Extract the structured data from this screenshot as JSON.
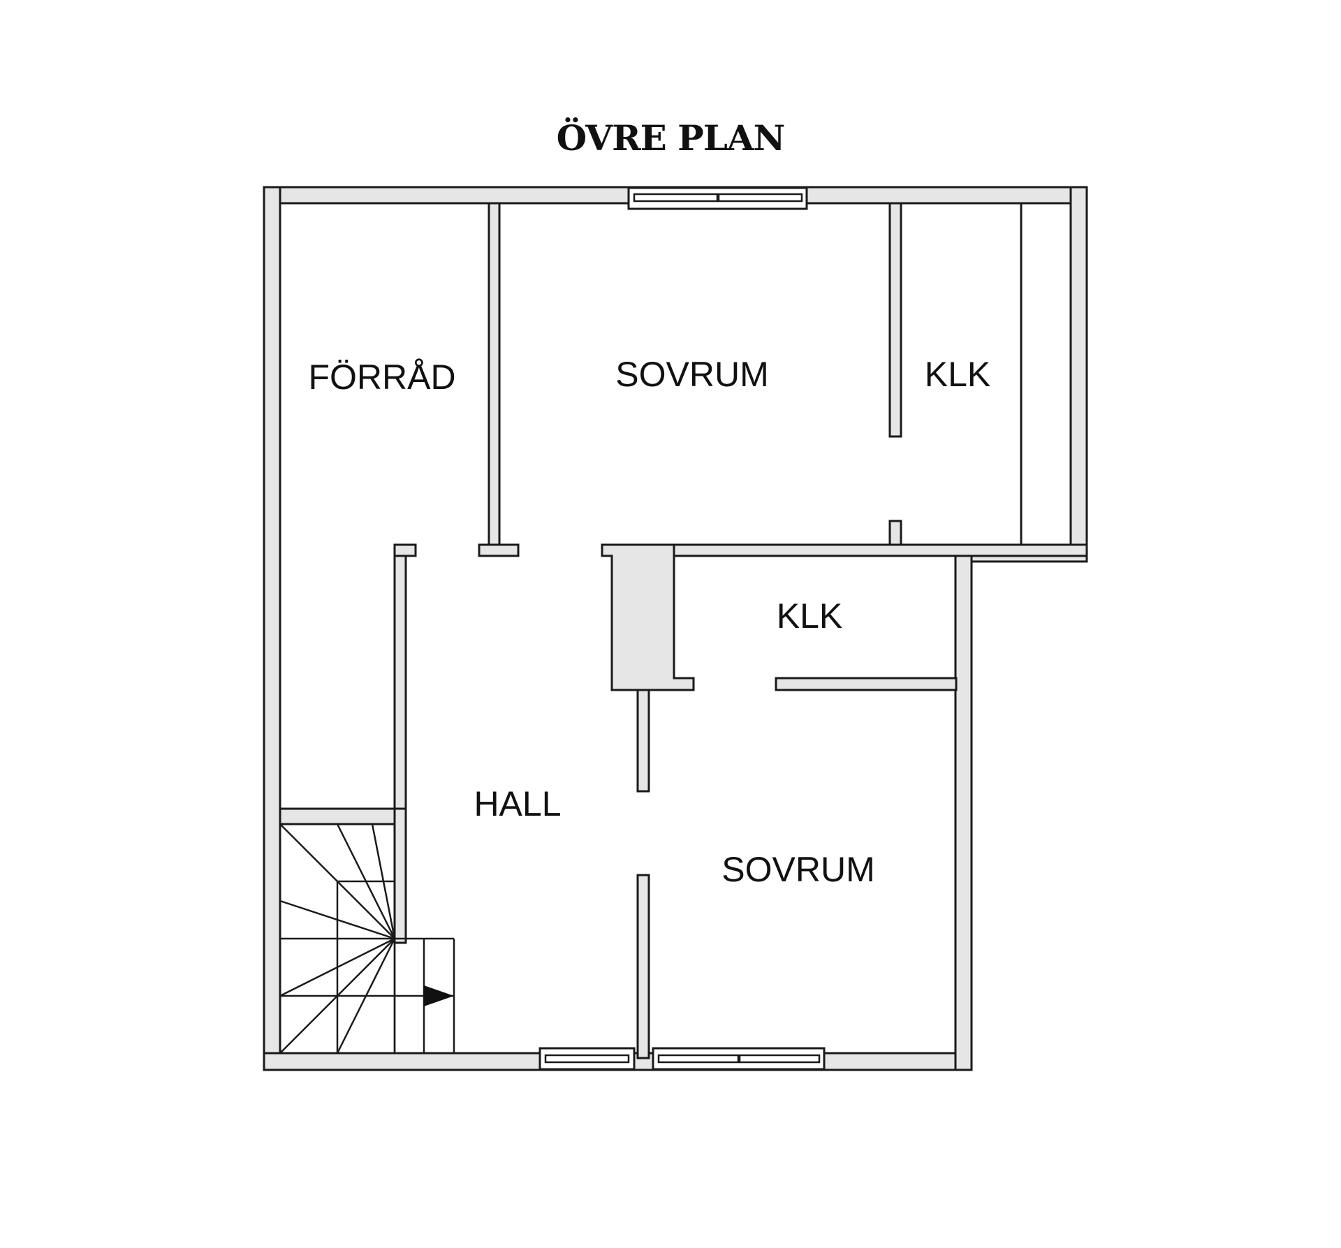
{
  "title": "ÖVRE PLAN",
  "rooms": {
    "storage": "FÖRRÅD",
    "bedroom_top": "SOVRUM",
    "closet_top": "KLK",
    "closet_middle": "KLK",
    "hall": "HALL",
    "bedroom_bottom": "SOVRUM"
  },
  "colors": {
    "wall_fill": "#e6e6e6",
    "line": "#1a1a1a",
    "background": "#ffffff"
  },
  "icons": {
    "stair_direction": "arrow-right-icon"
  }
}
